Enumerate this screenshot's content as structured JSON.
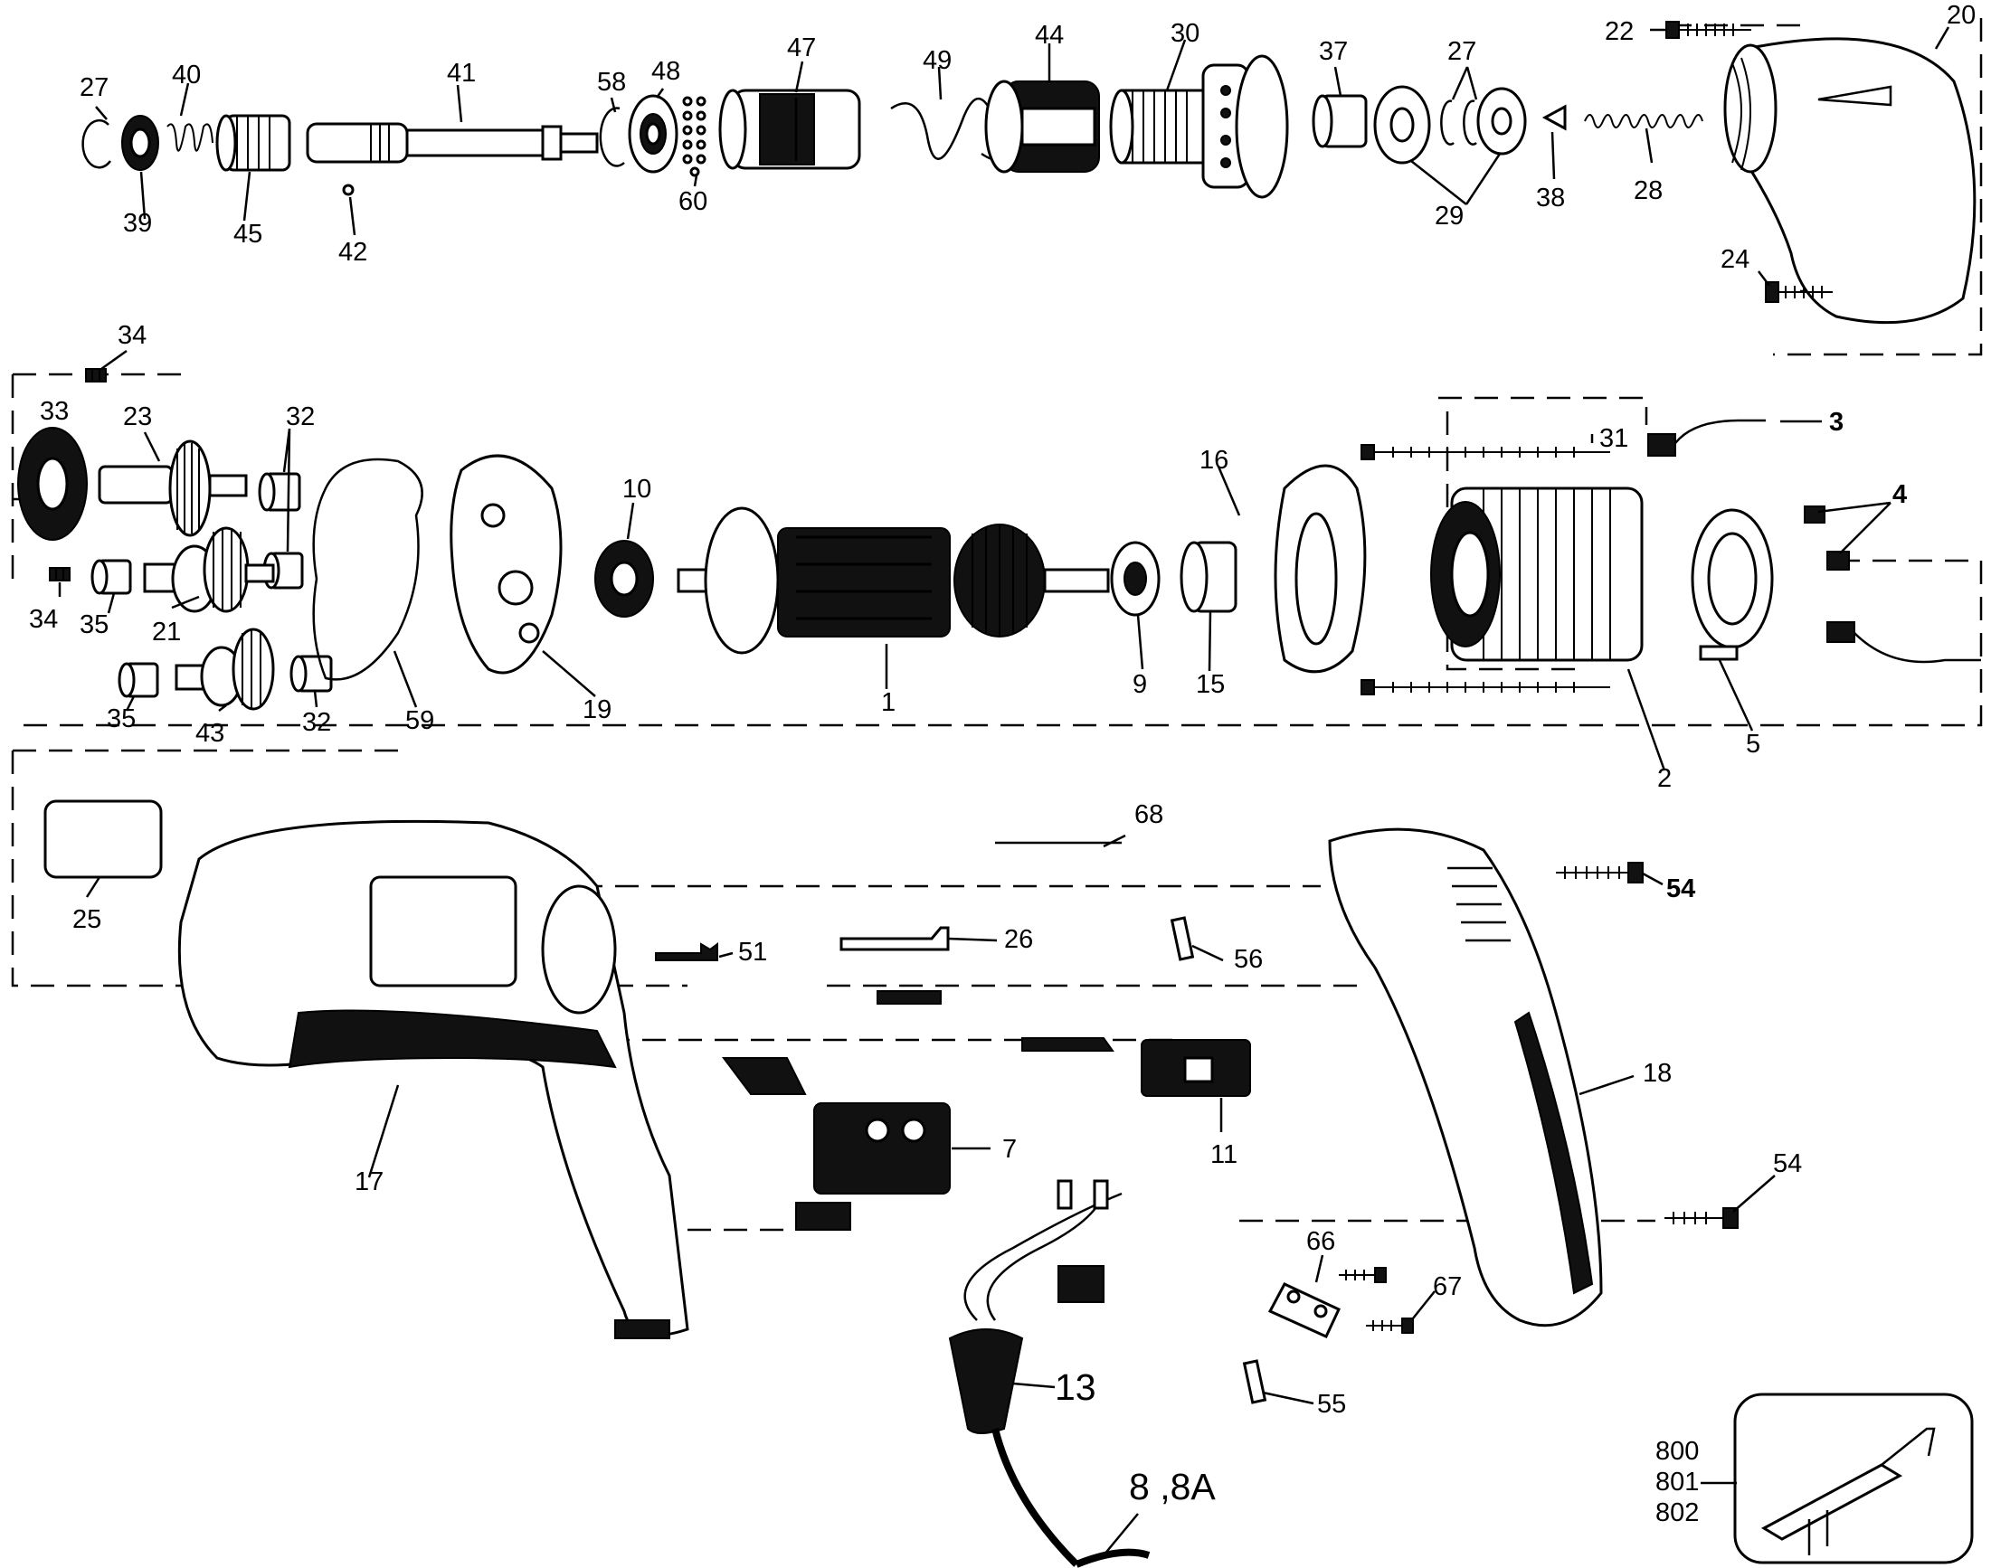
{
  "diagram": {
    "part_labels": {
      "p27a": "27",
      "p40": "40",
      "p41": "41",
      "p58": "58",
      "p48": "48",
      "p47": "47",
      "p49": "49",
      "p44": "44",
      "p30": "30",
      "p37": "37",
      "p27b": "27",
      "p22": "22",
      "p20": "20",
      "p39": "39",
      "p45": "45",
      "p42": "42",
      "p60": "60",
      "p29": "29",
      "p38": "38",
      "p28": "28",
      "p24": "24",
      "p34a": "34",
      "p33": "33",
      "p23": "23",
      "p32a": "32",
      "p10": "10",
      "p16": "16",
      "p31": "31",
      "p3": "3",
      "p4": "4",
      "p34b": "34",
      "p35a": "35",
      "p21": "21",
      "p35b": "35",
      "p43": "43",
      "p32b": "32",
      "p59": "59",
      "p19": "19",
      "p1": "1",
      "p9": "9",
      "p15": "15",
      "p2": "2",
      "p5": "5",
      "p25": "25",
      "p68": "68",
      "p54a": "54",
      "p51": "51",
      "p26": "26",
      "p56": "56",
      "p18": "18",
      "p17": "17",
      "p7": "7",
      "p11": "11",
      "p54b": "54",
      "p66": "66",
      "p67": "67",
      "p13": "13",
      "p55": "55",
      "p8": "8 ,8A",
      "p800": "800",
      "p801": "801",
      "p802": "802"
    }
  }
}
